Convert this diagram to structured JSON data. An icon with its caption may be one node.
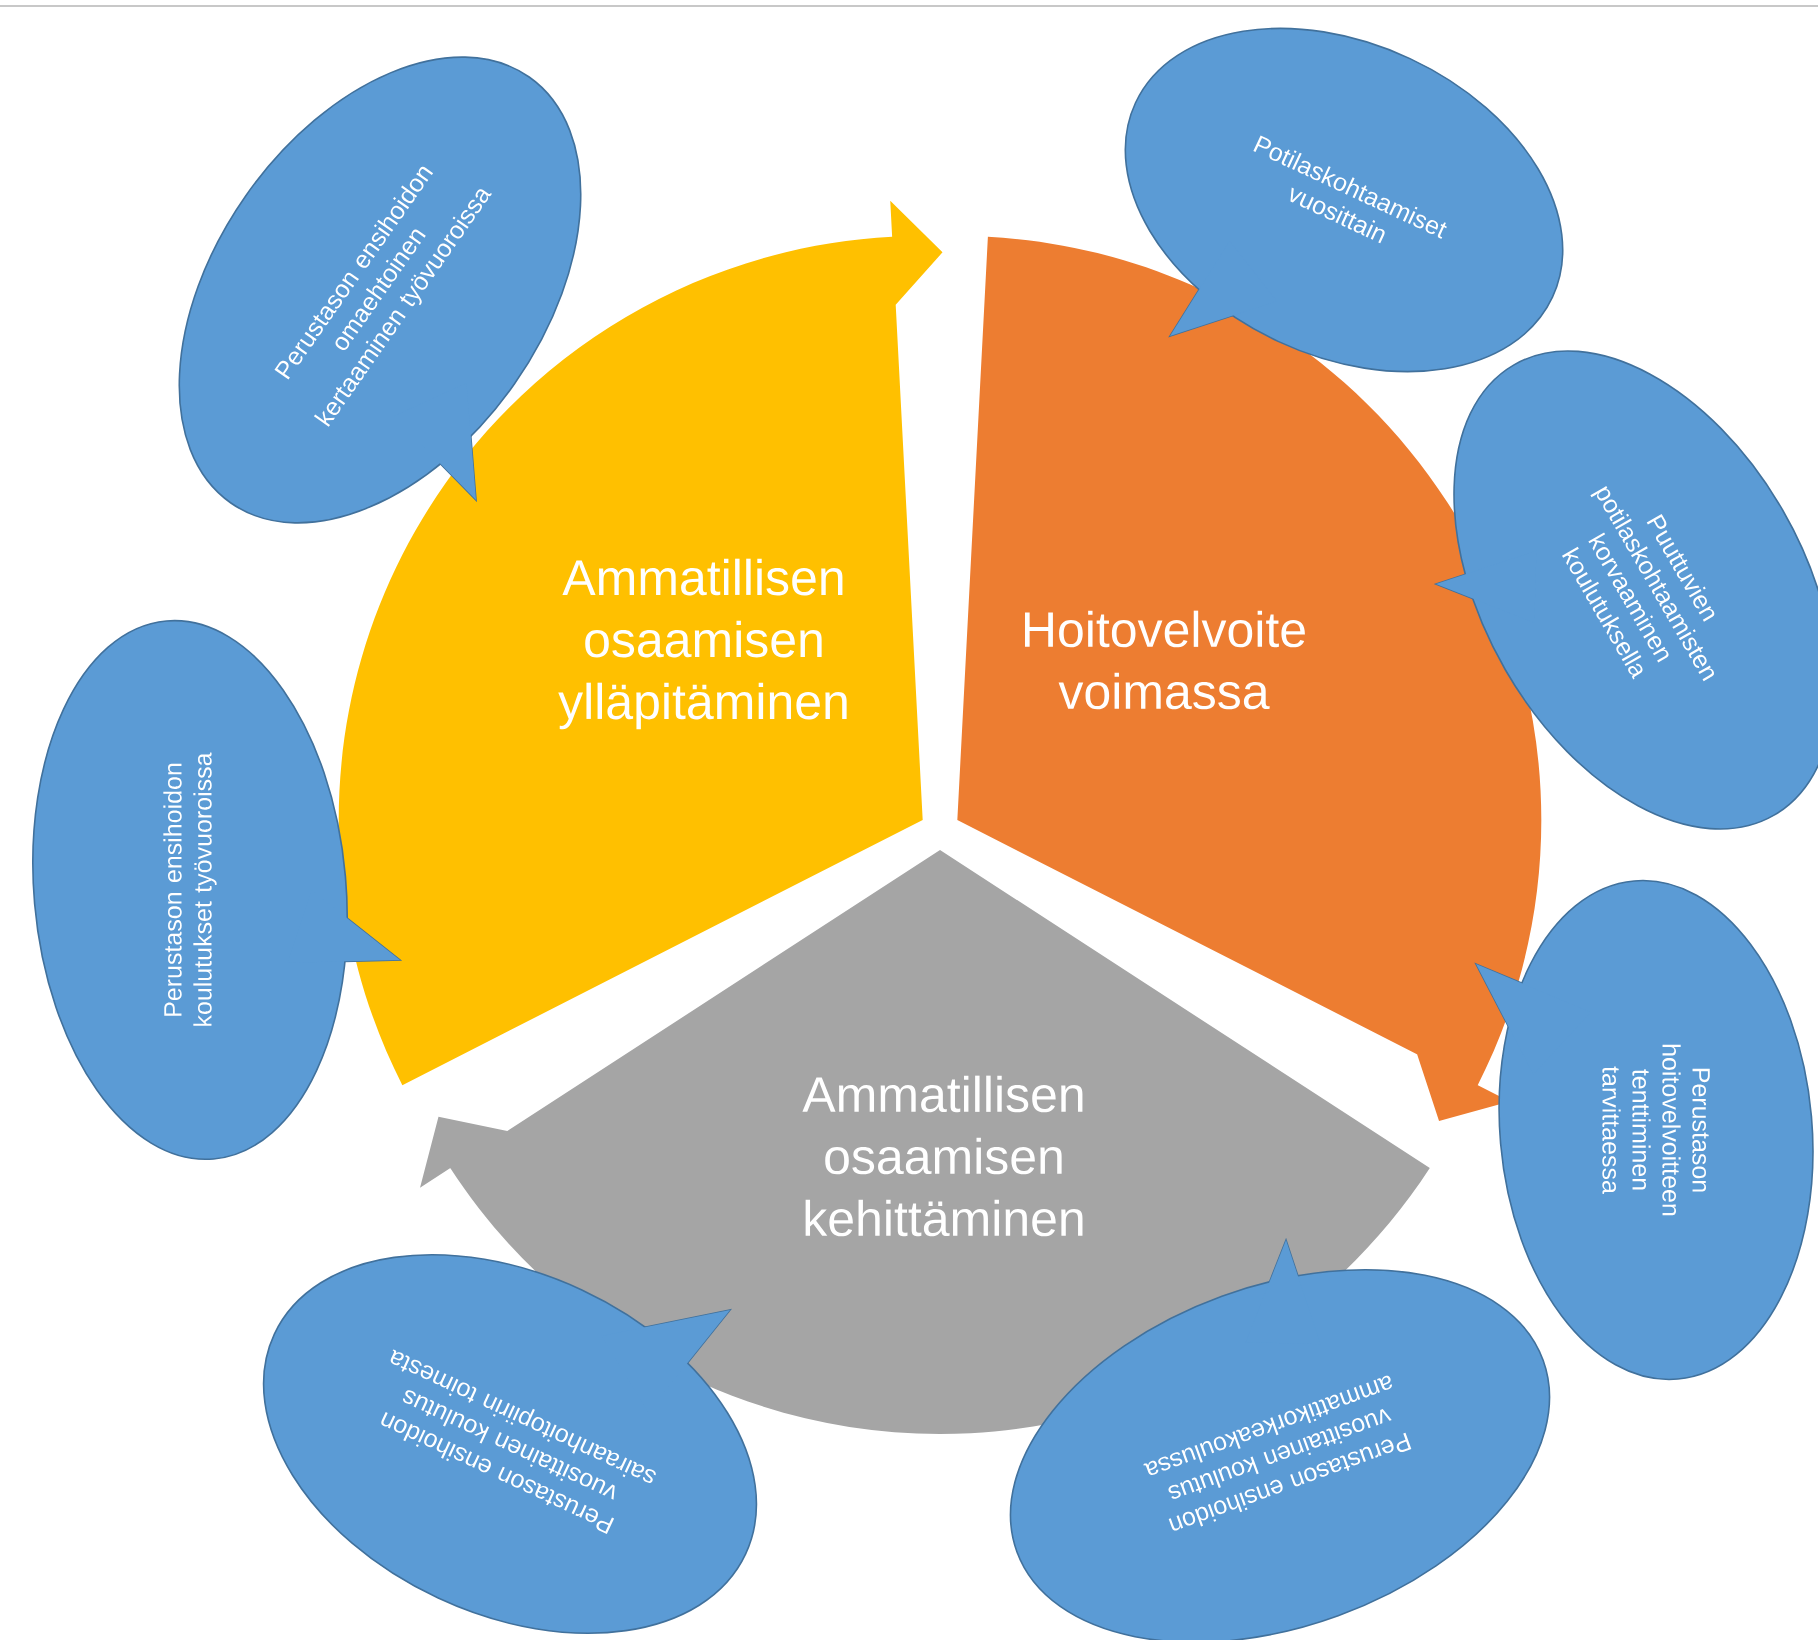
{
  "diagram": {
    "nodes": [
      {
        "text": [
          "Ammatillisen osaamisen ylläpitäminen"
        ]
      },
      {
        "text": [
          "Hoitovelvoite voimassa"
        ]
      },
      {
        "text": [
          "Ammatillisen osaamisen kehittäminen"
        ]
      },
      {
        "text": [
          "Perustason ensihoidon omaehtoinen kertaaminen työvuoroissa"
        ]
      },
      {
        "text": [
          "Perustason ensihoidon koulutukset työvuoroissa"
        ]
      },
      {
        "text": [
          "Potilaskohtaamiset vuosittain"
        ]
      },
      {
        "text": [
          "Puuttuvien potilaskohtaamisten korvaaminen koulutuksella"
        ]
      },
      {
        "text": [
          "Perustason hoitovelvoitteen tenttiminen tarvittaessa"
        ]
      },
      {
        "text": [
          "Perustason ensihoidon vuosittainen koulutus sairaanhoitopiirin toimesta"
        ]
      },
      {
        "text": [
          "Perustason ensihoidon vuosittainen koulutus ammattikorkeakoulussa"
        ]
      }
    ]
  }
}
